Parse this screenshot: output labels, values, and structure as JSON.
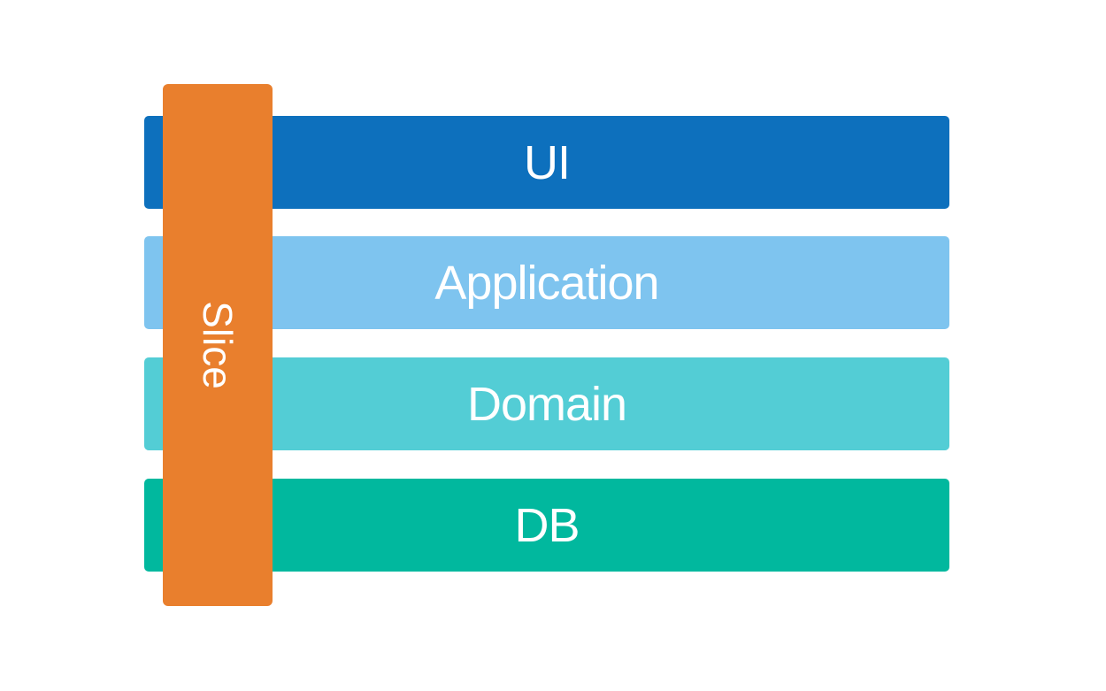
{
  "diagram": {
    "background_color": "#FFFFFF",
    "text_color": "#FFFFFF",
    "layers": [
      {
        "label": "UI",
        "color": "#0D70BD"
      },
      {
        "label": "Application",
        "color": "#7EC4EF"
      },
      {
        "label": "Domain",
        "color": "#53CDD5"
      },
      {
        "label": "DB",
        "color": "#01B89E"
      }
    ],
    "slice": {
      "label": "Slice",
      "color": "#E97F2D",
      "text_rotation_deg": 90
    }
  }
}
